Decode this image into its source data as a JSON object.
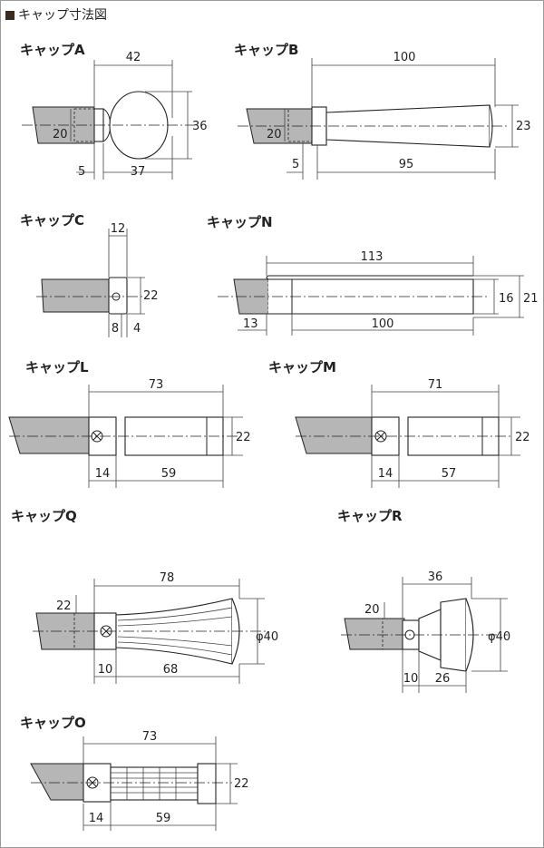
{
  "title": "キャップ寸法図",
  "caps": {
    "A": {
      "label": "キャップA",
      "dims": {
        "total": "42",
        "height": "36",
        "rod": "20",
        "bracket": "5",
        "head": "37"
      }
    },
    "B": {
      "label": "キャップB",
      "dims": {
        "total": "100",
        "height": "23",
        "rod": "20",
        "bracket": "5",
        "head": "95"
      }
    },
    "C": {
      "label": "キャップC",
      "dims": {
        "width": "12",
        "height": "22",
        "a": "8",
        "b": "4"
      }
    },
    "N": {
      "label": "キャップN",
      "dims": {
        "total": "113",
        "inner": "16",
        "outer": "21",
        "bracket": "13",
        "head": "100"
      }
    },
    "L": {
      "label": "キャップL",
      "dims": {
        "total": "73",
        "height": "22",
        "bracket": "14",
        "head": "59"
      }
    },
    "M": {
      "label": "キャップM",
      "dims": {
        "total": "71",
        "height": "22",
        "bracket": "14",
        "head": "57"
      }
    },
    "Q": {
      "label": "キャップQ",
      "dims": {
        "total": "78",
        "rod": "22",
        "dia": "φ40",
        "bracket": "10",
        "head": "68"
      }
    },
    "R": {
      "label": "キャップR",
      "dims": {
        "total": "36",
        "rod": "20",
        "dia": "φ40",
        "bracket": "10",
        "head": "26"
      }
    },
    "O": {
      "label": "キャップO",
      "dims": {
        "total": "73",
        "height": "22",
        "bracket": "14",
        "head": "59"
      }
    }
  }
}
